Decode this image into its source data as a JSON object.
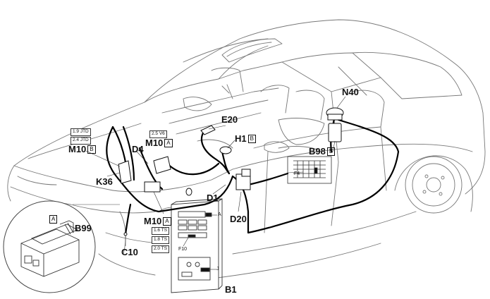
{
  "labels": {
    "n40": "N40",
    "e20": "E20",
    "h1": "H1",
    "h1_box": "B",
    "b98": "B98",
    "b98_box": "B",
    "d4": "D4",
    "m10_top": "M10",
    "m10_top_box": "A",
    "m10_left": "M10",
    "m10_left_box": "B",
    "m10_bottom": "M10",
    "m10_bottom_box": "A",
    "k36": "K36",
    "d1": "D1",
    "d20": "D20",
    "b99": "B99",
    "b99_box": "A",
    "c10": "C10",
    "b1": "B1",
    "f4": "F4",
    "f10": "F10",
    "a_fuse": "A",
    "j_fuse": "J"
  },
  "engine_tags": {
    "jtd_19": "1.9 JTD",
    "jtd_24": "2.4 JTD",
    "v6_25": "2.5 V6",
    "ts_16": "1.6 TS",
    "ts_18": "1.8 TS",
    "ts_20": "2.0 TS"
  },
  "colors": {
    "line": "#6a6a6a",
    "wire": "#000000",
    "text": "#111111"
  }
}
